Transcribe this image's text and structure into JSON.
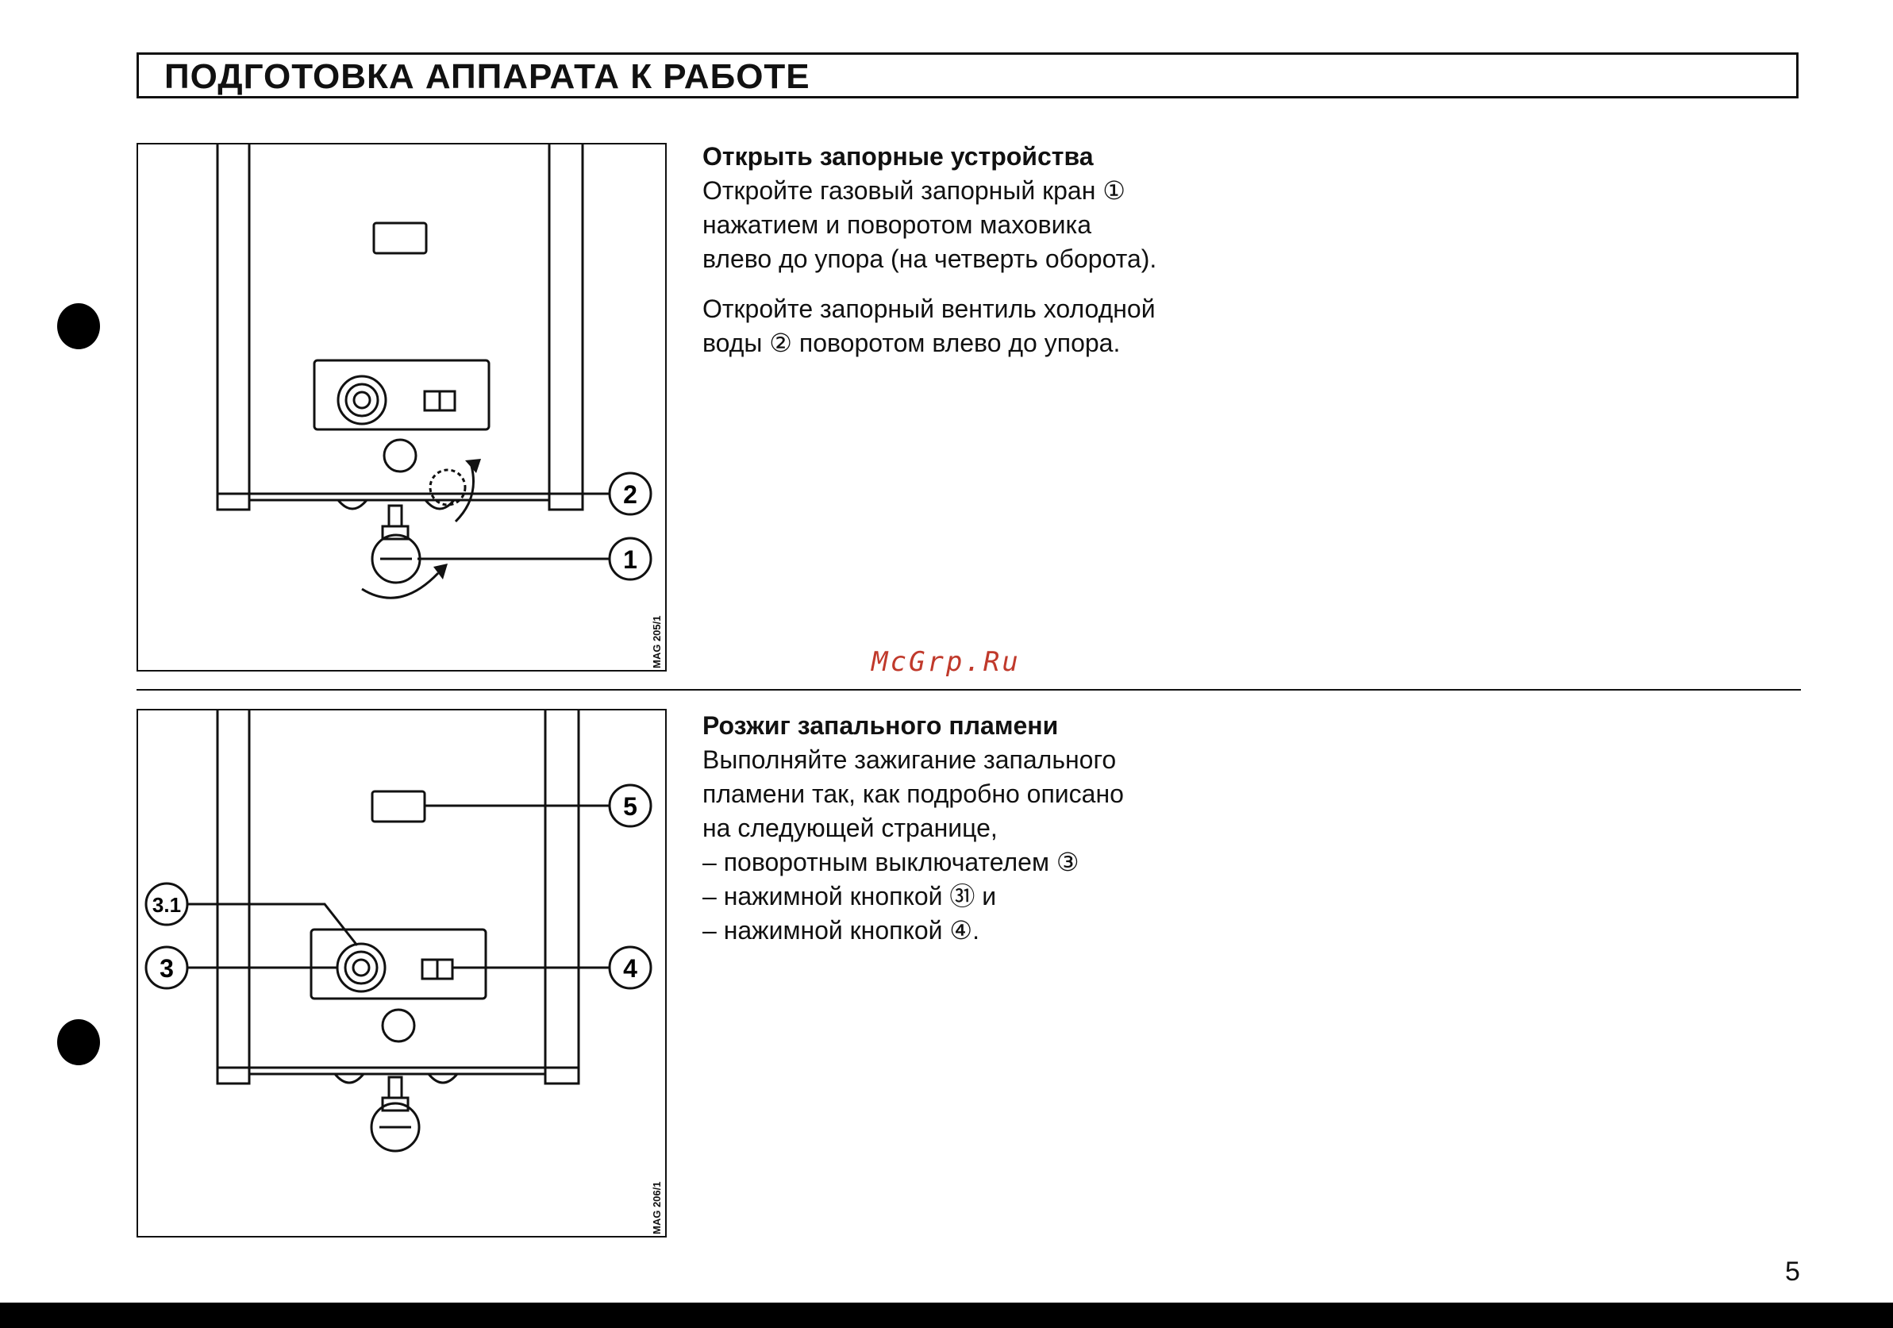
{
  "header": {
    "title": "ПОДГОТОВКА АППАРАТА К РАБОТЕ"
  },
  "section1": {
    "heading": "Открыть запорные устройства",
    "para1": [
      "Откройте газовый запорный кран ①",
      "нажатием и поворотом маховика",
      "влево до упора (на четверть оборота)."
    ],
    "para2": [
      "Откройте запорный вентиль холодной",
      "воды ② поворотом влево до упора."
    ],
    "figure": {
      "code": "MAG 205/1",
      "callouts": [
        "2",
        "1"
      ]
    }
  },
  "section2": {
    "heading": "Розжиг запального пламени",
    "lines": [
      "Выполняйте зажигание запального",
      "пламени так, как подробно описано",
      "на следующей странице,",
      "– поворотным выключателем ③",
      "– нажимной кнопкой ㉛ и",
      "– нажимной кнопкой ④."
    ],
    "figure": {
      "code": "MAG 206/1",
      "callouts": [
        "5",
        "3.1",
        "3",
        "4"
      ]
    }
  },
  "watermark": "McGrp.Ru",
  "page_number": "5"
}
